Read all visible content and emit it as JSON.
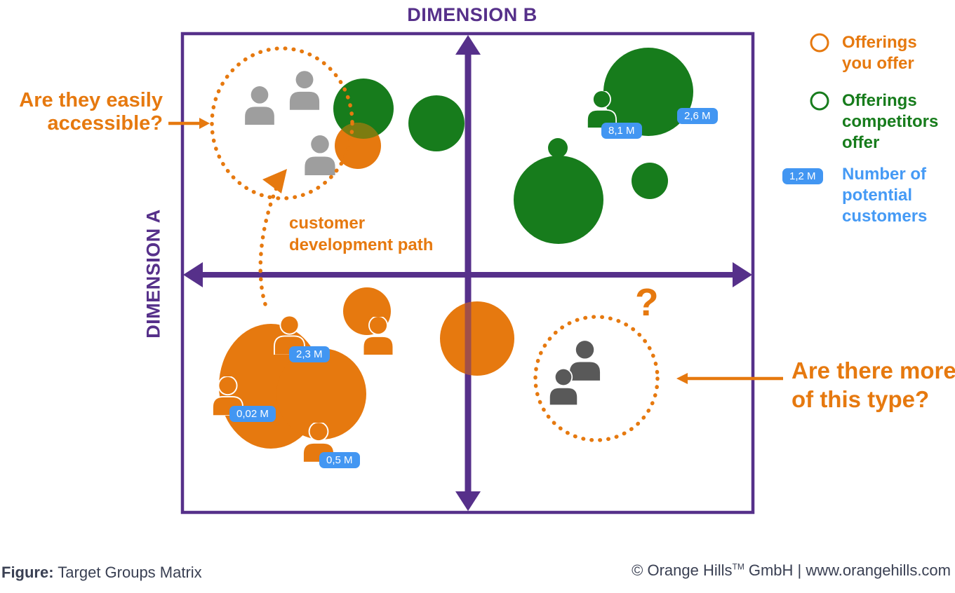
{
  "colors": {
    "purple": "#56308A",
    "orange": "#E6790F",
    "green": "#177C1C",
    "badge_blue": "#4296F2",
    "legend_text_blue": "#459AF5",
    "gray_person": "#9E9E9E",
    "dark_person": "#595959",
    "overlap_olive": "#7C7C10",
    "overlap_maroon": "#A15048",
    "footer_text": "#3A4053"
  },
  "axes": {
    "x_label": "DIMENSION B",
    "y_label": "DIMENSION A"
  },
  "annotations": {
    "accessible_line1": "Are they easily",
    "accessible_line2": "accessible?",
    "dev_path_line1": "customer",
    "dev_path_line2": "development path",
    "question_mark": "?",
    "more_line1": "Are there more",
    "more_line2": "of this type?"
  },
  "badges": {
    "b23": "2,3 M",
    "b002": "0,02 M",
    "b05": "0,5 M",
    "b81": "8,1 M",
    "b26": "2,6 M"
  },
  "legend": {
    "you_offer_line1": "Offerings",
    "you_offer_line2": "you offer",
    "competitors_line1": "Offerings",
    "competitors_line2": "competitors",
    "competitors_line3": "offer",
    "customers_badge": "1,2 M",
    "customers_line1": "Number of",
    "customers_line2": "potential",
    "customers_line3": "customers"
  },
  "footer": {
    "figure_label": "Figure:",
    "figure_title": "Target Groups Matrix",
    "copyright": "© Orange Hills",
    "tm": "TM",
    "company_suffix": "GmbH | www.orangehills.com"
  }
}
